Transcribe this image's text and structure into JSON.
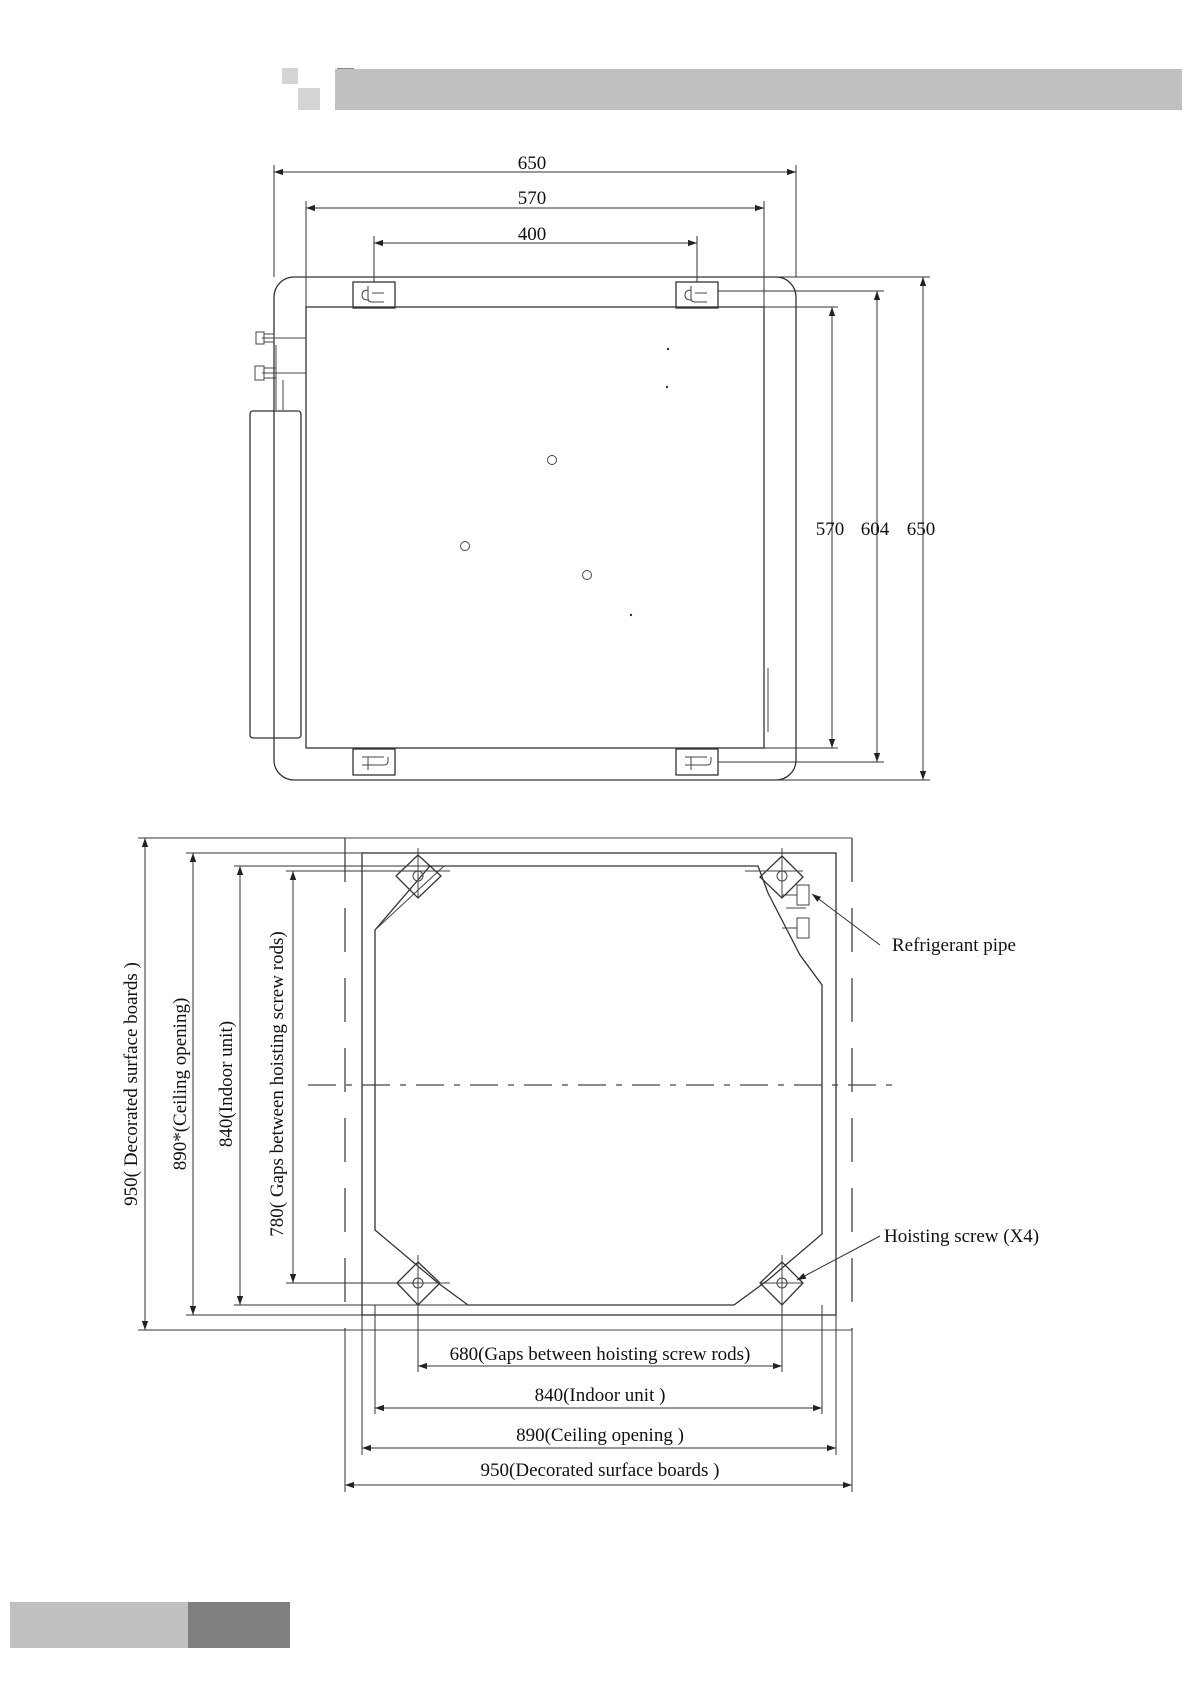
{
  "header": {
    "bar_color": "#c0c0c0",
    "square_dark": "#8a8a8a",
    "square_light": "#d4d4d4"
  },
  "footer": {
    "light_color": "#c0c0c0",
    "dark_color": "#7f7f7f"
  },
  "top_view": {
    "width_overall": "650",
    "width_body": "570",
    "width_hooks": "400",
    "height_body": "570",
    "height_hooks": "604",
    "height_overall": "650"
  },
  "bottom_view": {
    "labels": {
      "refrigerant_pipe": "Refrigerant pipe",
      "hoisting_screw": "Hoisting screw (X4)"
    },
    "horizontal": {
      "gaps": "680(Gaps between hoisting screw rods)",
      "indoor": "840(Indoor unit )",
      "ceiling": "890(Ceiling opening )",
      "decorated": "950(Decorated surface boards )"
    },
    "vertical": {
      "decorated": "950( Decorated surface boards )",
      "ceiling": "890*(Ceiling opening)",
      "indoor": "840(Indoor unit)",
      "gaps": "780( Gaps between hoisting screw rods)"
    }
  }
}
